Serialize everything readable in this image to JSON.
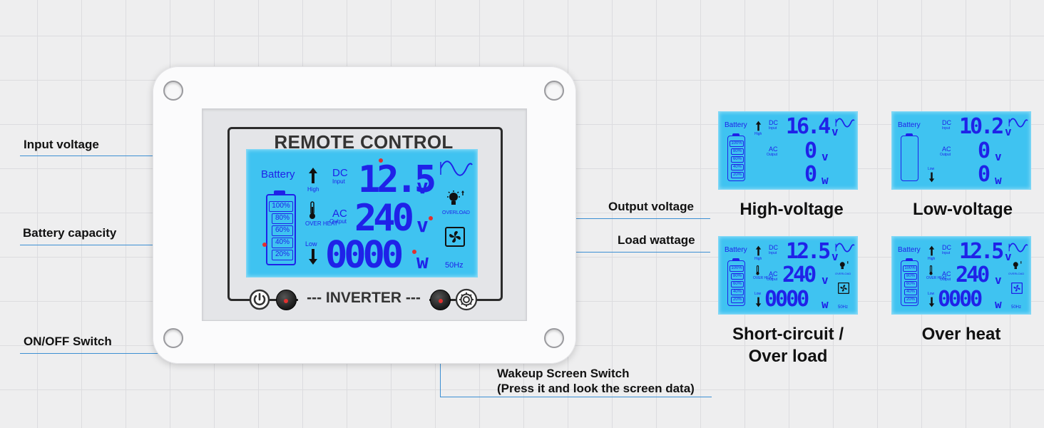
{
  "callouts": {
    "input_voltage": "Input voltage",
    "battery_capacity": "Battery capacity",
    "on_off_switch": "ON/OFF Switch",
    "output_voltage": "Output voltage",
    "load_wattage": "Load wattage",
    "wakeup_line1": "Wakeup Screen Switch",
    "wakeup_line2": "(Press it and look the screen data)"
  },
  "device": {
    "title": "REMOTE CONTROL",
    "bottom_label": "--- INVERTER ---",
    "power_icon": "power-icon",
    "settings_icon": "gear-icon"
  },
  "main_lcd": {
    "battery_label": "Battery",
    "high_label": "High",
    "low_label": "Low",
    "dc_label": "DC",
    "dc_sub": "Input",
    "ac_label": "AC",
    "ac_sub": "Output",
    "over_heat": "OVER HEAT",
    "overload": "OVERLOAD",
    "input_value": "12.5",
    "input_unit": "v",
    "output_value": "240",
    "output_unit": "v",
    "load_value": "0000",
    "load_unit": "w",
    "freq": "50Hz",
    "battery_levels": [
      "100%",
      "80%",
      "60%",
      "40%",
      "20%"
    ]
  },
  "panels": [
    {
      "caption": "High-voltage",
      "input": "16.4",
      "output": "0",
      "load": "0",
      "show_levels": true,
      "show_high": true,
      "show_low": false,
      "show_output_extra": false
    },
    {
      "caption": "Low-voltage",
      "input": "10.2",
      "output": "0",
      "load": "0",
      "show_levels": false,
      "show_high": false,
      "show_low": true,
      "show_output_extra": false
    },
    {
      "caption_line1": "Short-circuit /",
      "caption_line2": "Over load",
      "input": "12.5",
      "output": "240",
      "load": "0000",
      "freq": "50Hz"
    },
    {
      "caption": "Over heat",
      "input": "12.5",
      "output": "240",
      "load": "0000",
      "freq": "50Hz"
    }
  ],
  "colors": {
    "lcd_bg": "#3fc3f1",
    "lcd_fg": "#1f22e8",
    "callout_line": "#3c8fd3",
    "marker": "#e0312f"
  }
}
